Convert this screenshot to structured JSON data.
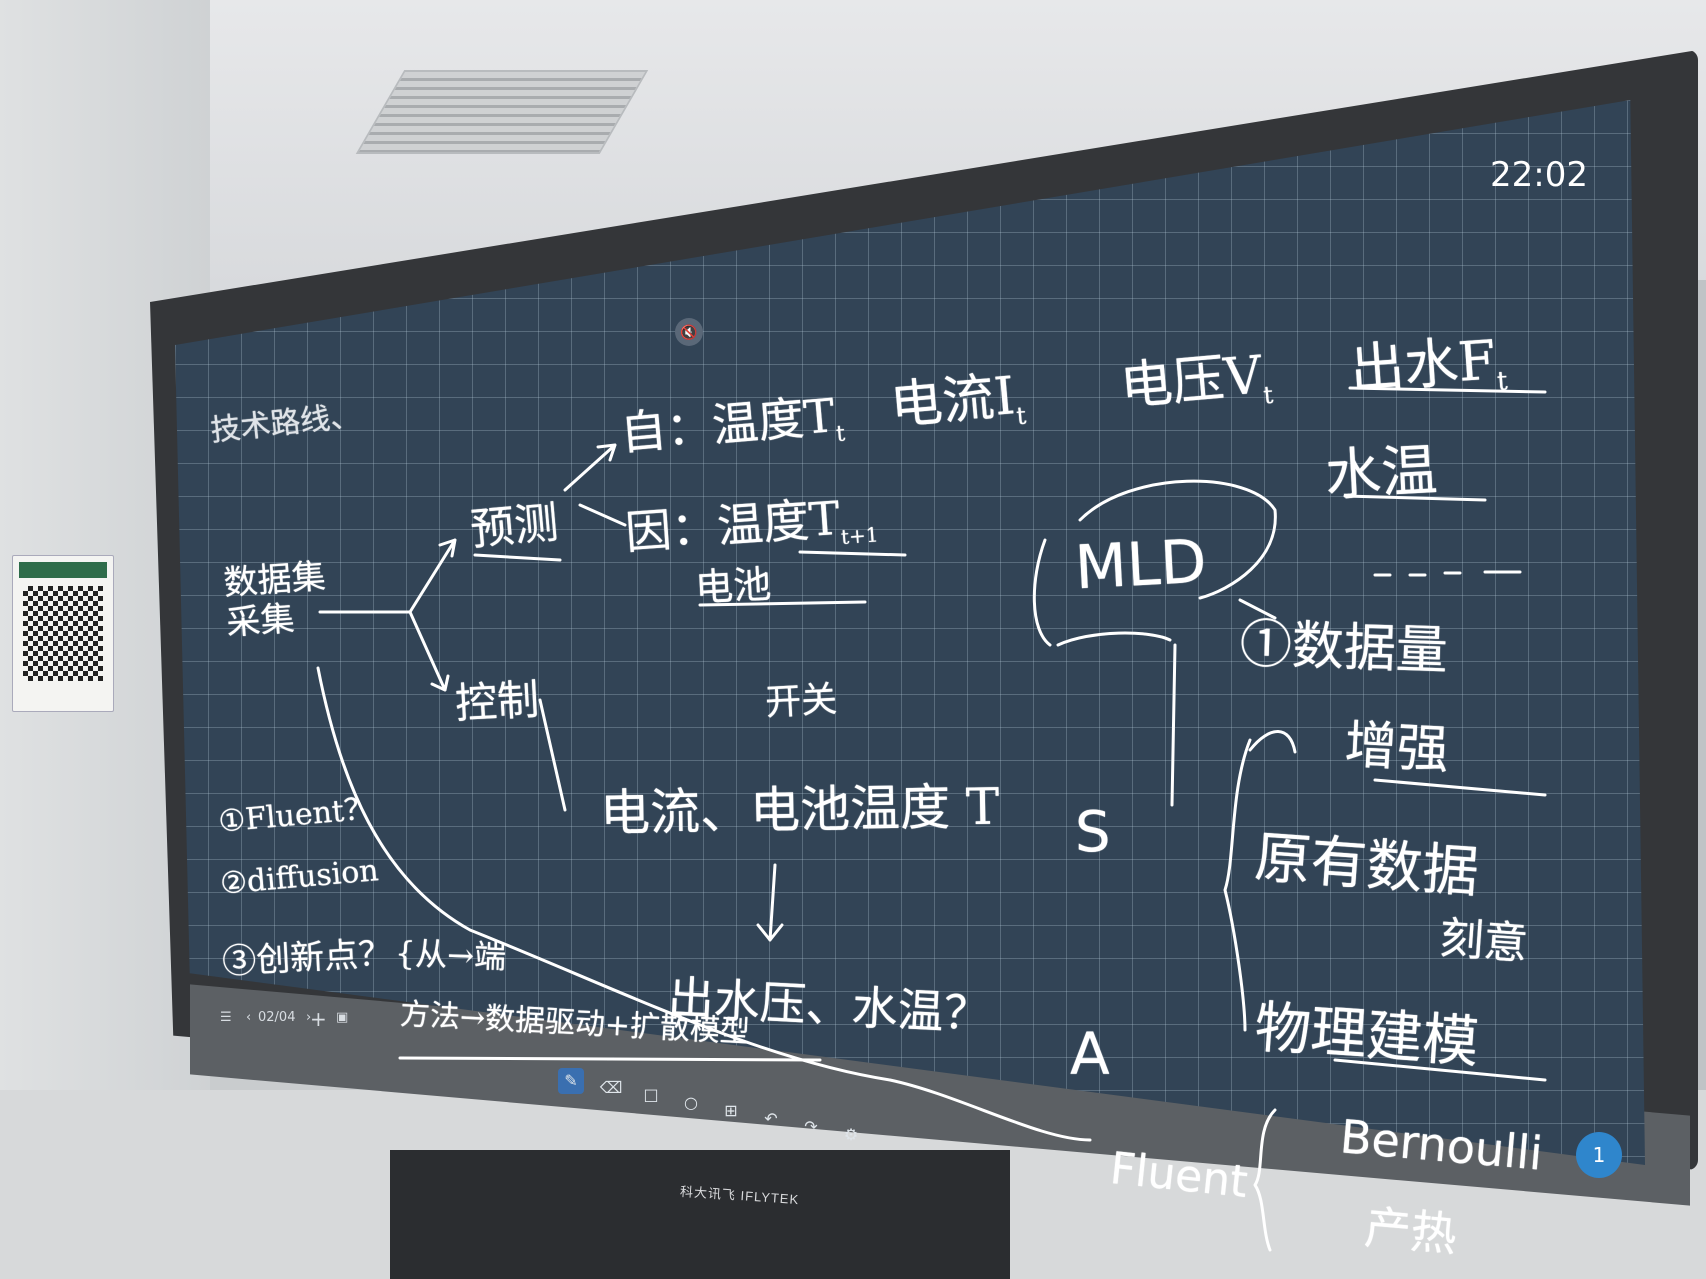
{
  "screen": {
    "clock": "22:02",
    "page_indicator": "02/04",
    "notification_count": "1",
    "brand": "科大讯飞 IFLYTEK"
  },
  "handwriting": {
    "title": "技术路线、",
    "root": "数据集\n采集",
    "predict": "预测",
    "control": "控制",
    "self_line": "自：温度T",
    "self_line_sub": "t",
    "current_label": "电流I",
    "current_sub": "t",
    "voltage_label": "电压V",
    "voltage_sub": "t",
    "outflow_label": "出水F",
    "outflow_sub": "t",
    "water_temp": "水温",
    "cause_line": "因：温度T",
    "cause_sub": "t+1",
    "battery": "电池",
    "switch": "开关",
    "control_line": "电流、电池温度 T",
    "s_letter": "S",
    "outflow_q": "出水压、水温？",
    "a_letter": "A",
    "mld": "MLD",
    "amount": "①数据量",
    "enhance": "增强",
    "original": "原有数据",
    "correct": "刻意",
    "physics": "物理建模",
    "bernoulli": "Bernoulli",
    "heat": "产热",
    "fluent_bottom": "Fluent",
    "q1": "①Fluent？",
    "q2": "②diffusion",
    "q3": "③创新点？",
    "innov1": "{从→端",
    "innov2": "方法→数据驱动+扩散模型"
  },
  "toolbar": {
    "pen_icon": "pen-icon",
    "eraser_icon": "eraser-icon"
  }
}
